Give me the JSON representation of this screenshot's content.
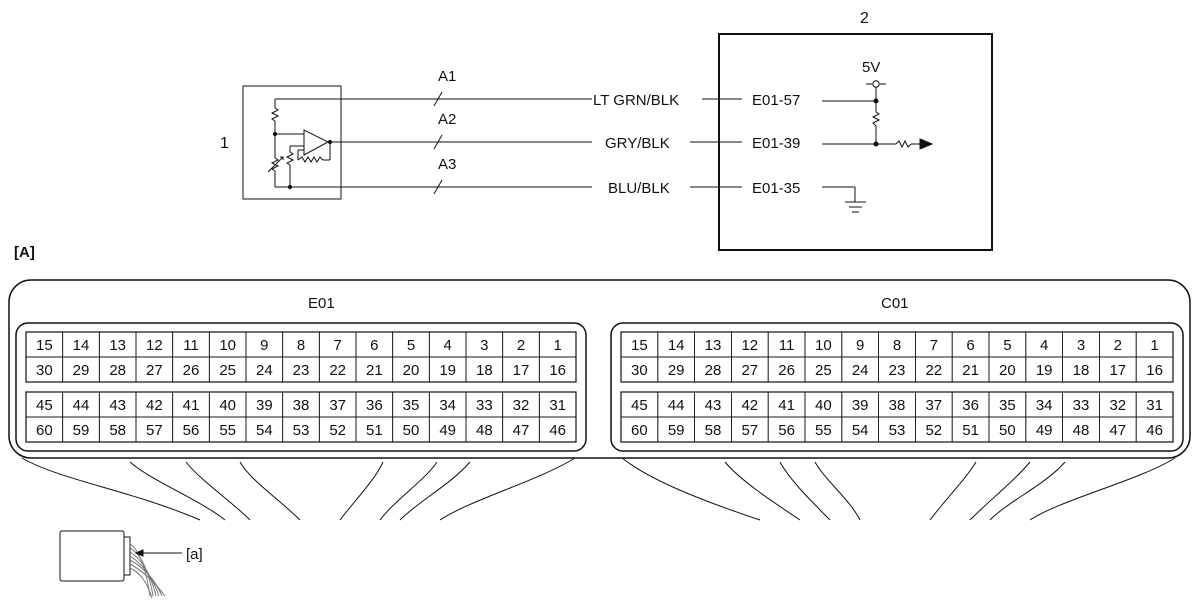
{
  "circuit": {
    "sensor_number": "1",
    "ecu_number": "2",
    "supply_label": "5V",
    "wires": [
      {
        "id": "A1",
        "color": "LT GRN/BLK",
        "terminal": "E01-57"
      },
      {
        "id": "A2",
        "color": "GRY/BLK",
        "terminal": "E01-39"
      },
      {
        "id": "A3",
        "color": "BLU/BLK",
        "terminal": "E01-35"
      }
    ]
  },
  "connector_view": {
    "label": "[A]",
    "harness_label": "[a]",
    "connectors": [
      {
        "name": "E01"
      },
      {
        "name": "C01"
      }
    ],
    "rows": [
      [
        "15",
        "14",
        "13",
        "12",
        "11",
        "10",
        "9",
        "8",
        "7",
        "6",
        "5",
        "4",
        "3",
        "2",
        "1"
      ],
      [
        "30",
        "29",
        "28",
        "27",
        "26",
        "25",
        "24",
        "23",
        "22",
        "21",
        "20",
        "19",
        "18",
        "17",
        "16"
      ],
      [
        "45",
        "44",
        "43",
        "42",
        "41",
        "40",
        "39",
        "38",
        "37",
        "36",
        "35",
        "34",
        "33",
        "32",
        "31"
      ],
      [
        "60",
        "59",
        "58",
        "57",
        "56",
        "55",
        "54",
        "53",
        "52",
        "51",
        "50",
        "49",
        "48",
        "47",
        "46"
      ]
    ]
  }
}
